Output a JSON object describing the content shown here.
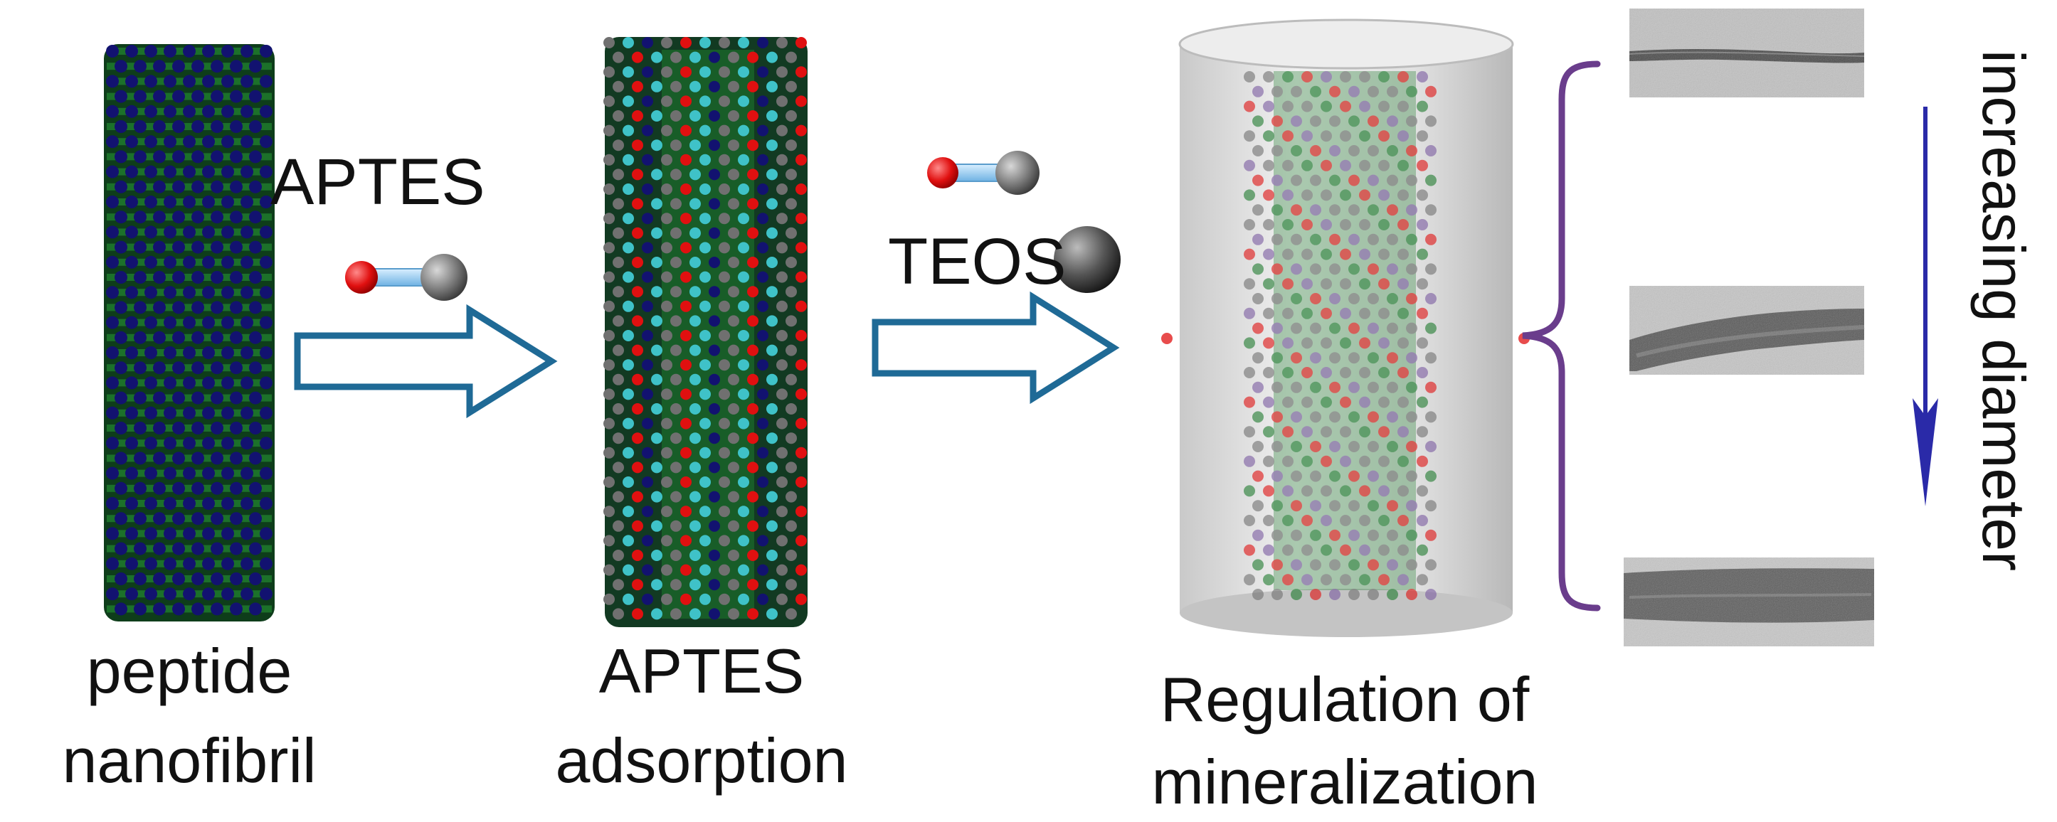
{
  "steps": {
    "peptide": {
      "line1": "peptide",
      "line2": "nanofibril"
    },
    "adsorption": {
      "line1": "APTES",
      "line2": "adsorption"
    },
    "mineralization": {
      "line1": "Regulation of",
      "line2": "mineralization"
    }
  },
  "reagents": {
    "step1": "APTES",
    "step2": "TEOS"
  },
  "side_label": "increasing diameter",
  "colors": {
    "arrow_outline": "#1f6a96",
    "bracket": "#6a3d8c",
    "trend_arrow": "#2a2aa8",
    "oxygen_atom": "#e01010",
    "silicon_atom": "#707070",
    "bond": "#8ec8ee",
    "fibril_green": "#1e7a2e",
    "fibril_blue": "#121270",
    "cyan_atom": "#3fc2c8"
  },
  "icons": {
    "molecule": "aptes-molecule-icon",
    "sphere": "teos-sphere-icon"
  }
}
